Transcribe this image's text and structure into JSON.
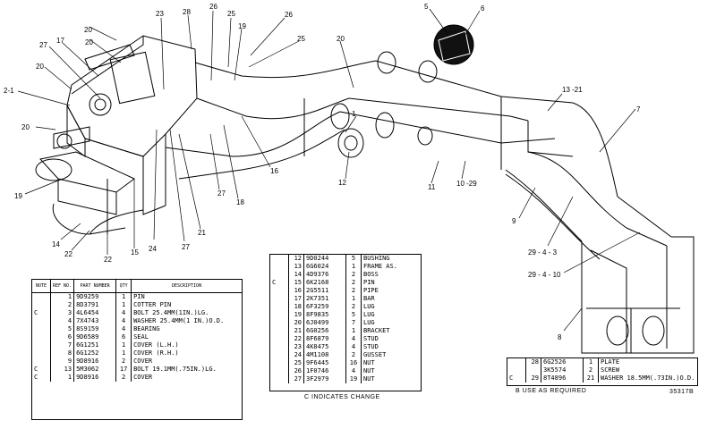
{
  "table_left": {
    "headers": [
      "NOTE",
      "REF NO.",
      "PART NUMBER",
      "QTY",
      "DESCRIPTION"
    ],
    "rows": [
      {
        "note": "",
        "ref": "1",
        "part": "9D9259",
        "qty": "1",
        "desc": "PIN"
      },
      {
        "note": "",
        "ref": "2",
        "part": "8D3791",
        "qty": "1",
        "desc": "COTTER PIN"
      },
      {
        "note": "C",
        "ref": "3",
        "part": "4L6454",
        "qty": "4",
        "desc": "BOLT 25.4MM(1IN.)LG."
      },
      {
        "note": "",
        "ref": "4",
        "part": "7X4743",
        "qty": "4",
        "desc": "WASHER 25.4MM(1 IN.)O.D."
      },
      {
        "note": "",
        "ref": "5",
        "part": "8S9159",
        "qty": "4",
        "desc": "BEARING"
      },
      {
        "note": "",
        "ref": "6",
        "part": "9D6589",
        "qty": "6",
        "desc": "SEAL"
      },
      {
        "note": "",
        "ref": "7",
        "part": "6G1251",
        "qty": "1",
        "desc": "COVER (L.H.)"
      },
      {
        "note": "",
        "ref": "8",
        "part": "6G1252",
        "qty": "1",
        "desc": "COVER (R.H.)"
      },
      {
        "note": "",
        "ref": "9",
        "part": "9D8916",
        "qty": "2",
        "desc": "COVER"
      },
      {
        "note": "C",
        "ref": "13",
        "part": "5M3062",
        "qty": "17",
        "desc": "BOLT 19.1MM(.75IN.)LG."
      },
      {
        "note": "C",
        "ref": "1",
        "part": "9D8916",
        "qty": "2",
        "desc": "COVER"
      }
    ]
  },
  "table_middle": {
    "rows": [
      {
        "note": "",
        "ref": "12",
        "part": "9D0244",
        "qty": "5",
        "desc": "BUSHING"
      },
      {
        "note": "",
        "ref": "13",
        "part": "6G6024",
        "qty": "1",
        "desc": "FRAME AS."
      },
      {
        "note": "",
        "ref": "14",
        "part": "4D9376",
        "qty": "2",
        "desc": "BOSS"
      },
      {
        "note": "C",
        "ref": "15",
        "part": "6K2168",
        "qty": "2",
        "desc": "PIN"
      },
      {
        "note": "",
        "ref": "16",
        "part": "2G5511",
        "qty": "2",
        "desc": "PIPE"
      },
      {
        "note": "",
        "ref": "17",
        "part": "2K7351",
        "qty": "1",
        "desc": "BAR"
      },
      {
        "note": "",
        "ref": "18",
        "part": "6F3259",
        "qty": "2",
        "desc": "LUG"
      },
      {
        "note": "",
        "ref": "19",
        "part": "8F9835",
        "qty": "5",
        "desc": "LUG"
      },
      {
        "note": "",
        "ref": "20",
        "part": "6J0499",
        "qty": "7",
        "desc": "LUG"
      },
      {
        "note": "",
        "ref": "21",
        "part": "6G0256",
        "qty": "1",
        "desc": "BRACKET"
      },
      {
        "note": "",
        "ref": "22",
        "part": "8F6879",
        "qty": "4",
        "desc": "STUD"
      },
      {
        "note": "",
        "ref": "23",
        "part": "4K8475",
        "qty": "4",
        "desc": "STUD"
      },
      {
        "note": "",
        "ref": "24",
        "part": "4M1108",
        "qty": "2",
        "desc": "GUSSET"
      },
      {
        "note": "",
        "ref": "25",
        "part": "9F6445",
        "qty": "16",
        "desc": "NUT"
      },
      {
        "note": "",
        "ref": "26",
        "part": "1F0746",
        "qty": "4",
        "desc": "NUT"
      },
      {
        "note": "",
        "ref": "27",
        "part": "3F2979",
        "qty": "19",
        "desc": "NUT"
      }
    ]
  },
  "table_right": {
    "rows": [
      {
        "note": "",
        "ref": "28",
        "part": "6G2526",
        "qty": "1",
        "desc": "PLATE"
      },
      {
        "note": "",
        "ref": "",
        "part": "3K5574",
        "qty": "2",
        "desc": "SCREW"
      },
      {
        "note": "C",
        "ref": "29",
        "part": "8T4896",
        "qty": "21",
        "desc": "WASHER 18.5MM(.73IN.)O.D."
      }
    ]
  },
  "footnotes": {
    "change": "C  INDICATES CHANGE",
    "required": "B   USE AS REQUIRED",
    "figure_number": "35317B"
  },
  "callouts": [
    {
      "id": "c23",
      "text": "23"
    },
    {
      "id": "c28",
      "text": "28"
    },
    {
      "id": "c26a",
      "text": "26"
    },
    {
      "id": "c25a",
      "text": "25"
    },
    {
      "id": "c19a",
      "text": "19"
    },
    {
      "id": "c26b",
      "text": "26"
    },
    {
      "id": "c25b",
      "text": "25"
    },
    {
      "id": "c20a",
      "text": "20"
    },
    {
      "id": "c17",
      "text": "17"
    },
    {
      "id": "c20b",
      "text": "20"
    },
    {
      "id": "c27a",
      "text": "27"
    },
    {
      "id": "c20c",
      "text": "20"
    },
    {
      "id": "c2-1",
      "text": "2-1"
    },
    {
      "id": "c20d",
      "text": "20"
    },
    {
      "id": "c19b",
      "text": "19"
    },
    {
      "id": "c14",
      "text": "14"
    },
    {
      "id": "c22a",
      "text": "22"
    },
    {
      "id": "c22b",
      "text": "22"
    },
    {
      "id": "c15",
      "text": "15"
    },
    {
      "id": "c24",
      "text": "24"
    },
    {
      "id": "c27b",
      "text": "27"
    },
    {
      "id": "c21",
      "text": "21"
    },
    {
      "id": "c18",
      "text": "18"
    },
    {
      "id": "c27c",
      "text": "27"
    },
    {
      "id": "c16",
      "text": "16"
    },
    {
      "id": "c20e",
      "text": "20"
    },
    {
      "id": "c5",
      "text": "5"
    },
    {
      "id": "c6",
      "text": "6"
    },
    {
      "id": "c13-21",
      "text": "13 -21"
    },
    {
      "id": "c7",
      "text": "7"
    },
    {
      "id": "c1",
      "text": "1"
    },
    {
      "id": "c12",
      "text": "12"
    },
    {
      "id": "c11",
      "text": "11"
    },
    {
      "id": "c10-29",
      "text": "10 -29"
    },
    {
      "id": "c9",
      "text": "9"
    },
    {
      "id": "c29-4-3",
      "text": "29 - 4 - 3"
    },
    {
      "id": "c29-4-10",
      "text": "29 - 4 - 10"
    },
    {
      "id": "c8",
      "text": "8"
    }
  ]
}
